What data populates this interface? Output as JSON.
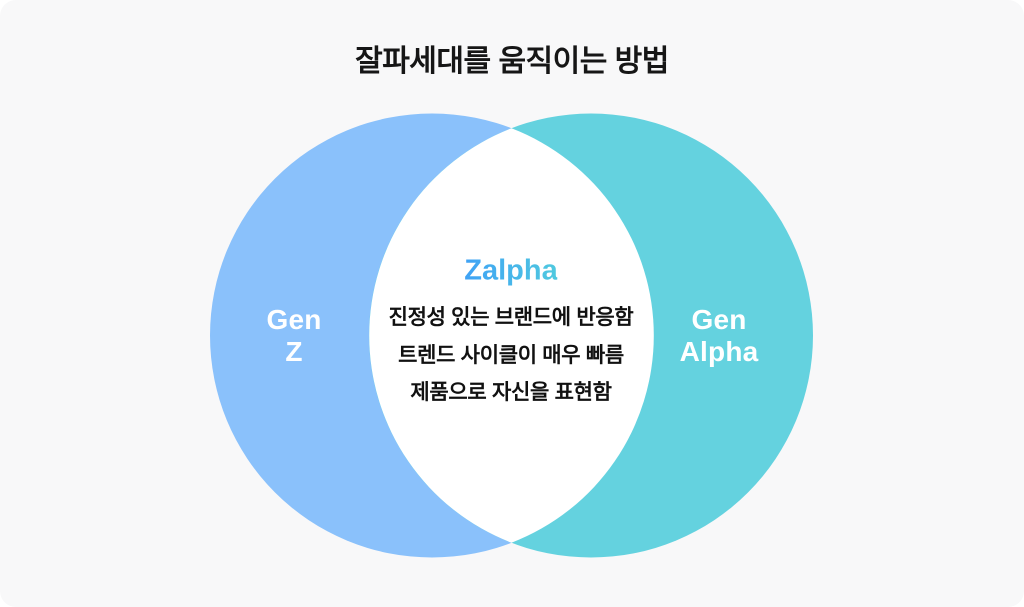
{
  "card": {
    "background": "#F8F8F9"
  },
  "title": "잘파세대를 움직이는 방법",
  "venn": {
    "left_circle": {
      "label_line1": "Gen",
      "label_line2": "Z",
      "color": "#8AC1FB"
    },
    "right_circle": {
      "label_line1": "Gen",
      "label_line2": "Alpha",
      "color": "#64D2DF"
    },
    "intersection": {
      "fill": "#FFFFFF",
      "title": "Zalpha",
      "title_gradient_start": "#3FA2F5",
      "title_gradient_end": "#4FC9DF",
      "items": [
        "진정성 있는 브랜드에 반응함",
        "트렌드 사이클이 매우 빠름",
        "제품으로 자신을 표현함"
      ]
    }
  }
}
